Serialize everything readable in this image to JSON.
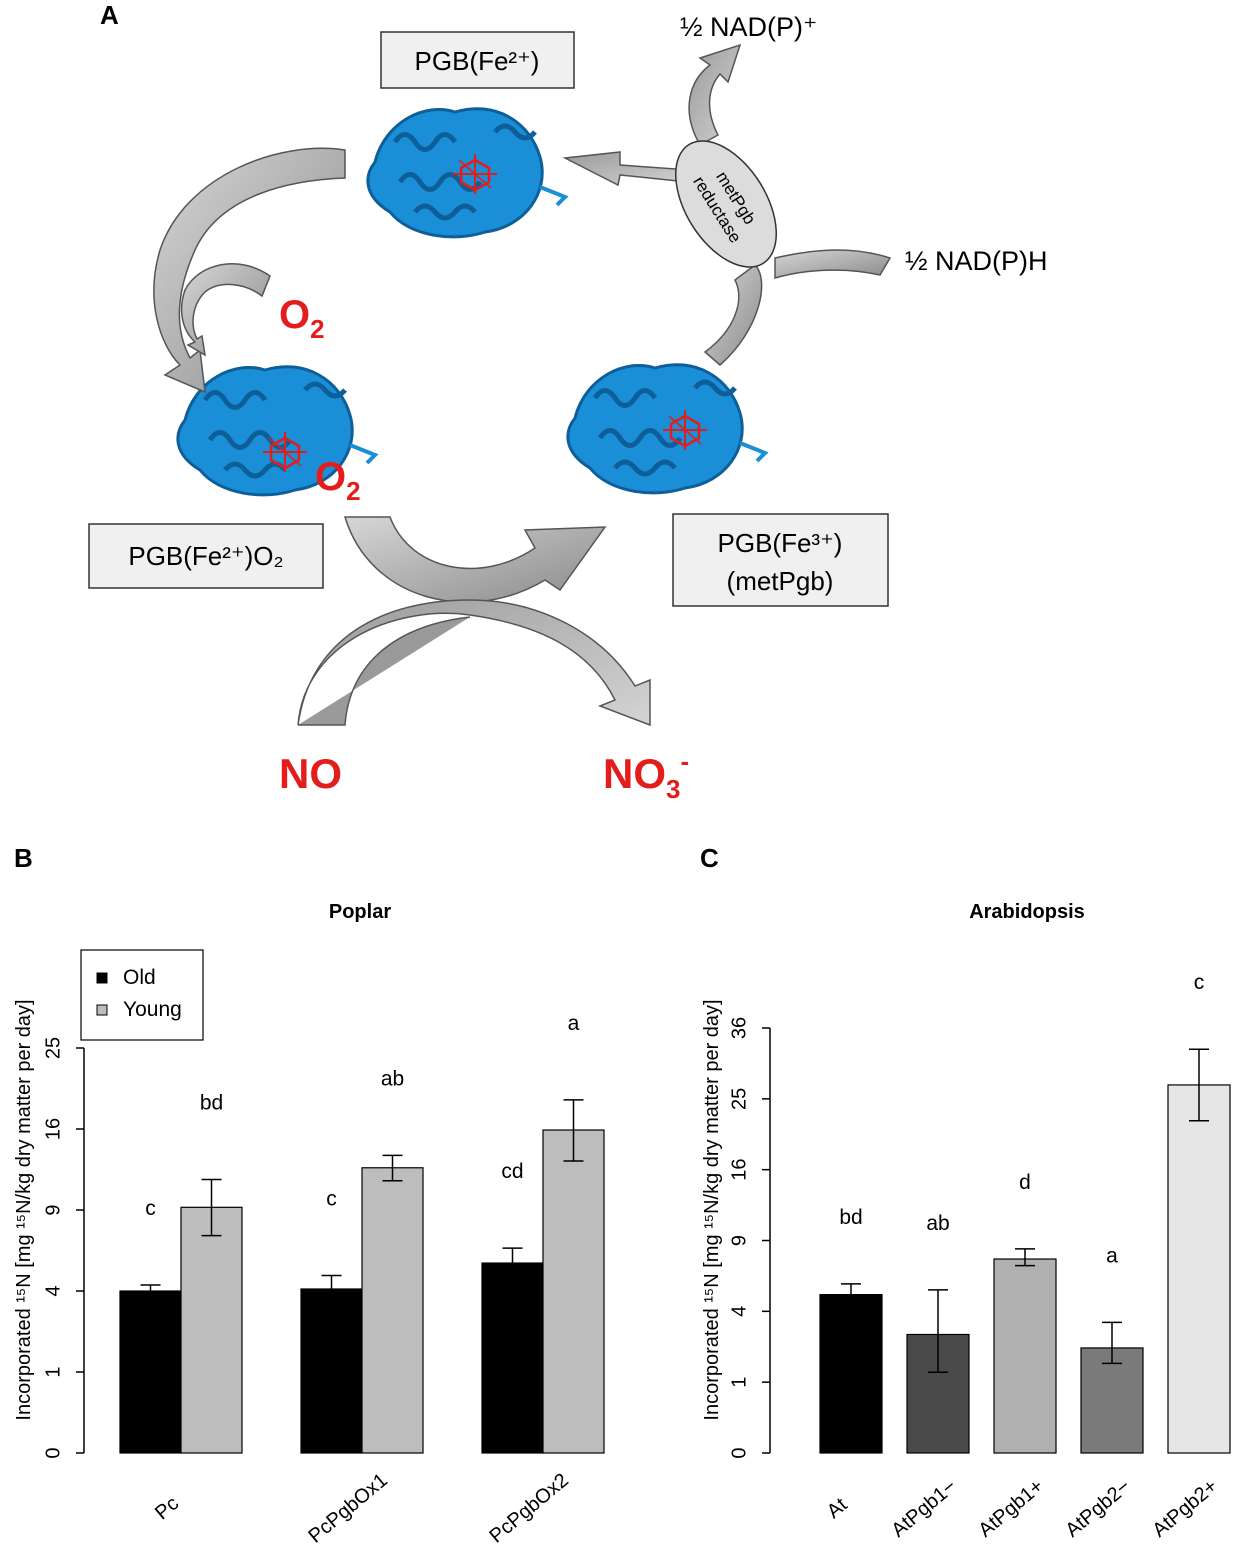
{
  "panels": {
    "a_letter": "A",
    "b_letter": "B",
    "c_letter": "C"
  },
  "diagram": {
    "pgb_fe2": "PGB(Fe²⁺)",
    "pgb_fe2_o2": "PGB(Fe²⁺)O₂",
    "pgb_fe3_line1": "PGB(Fe³⁺)",
    "pgb_fe3_line2": "(metPgb)",
    "o2_top": "O",
    "o2_top_sub": "2",
    "o2_bound": "O",
    "o2_bound_sub": "2",
    "no": "NO",
    "no3": "NO",
    "no3_sub": "3",
    "no3_sup": "-",
    "nadp_plus": "½ NAD(P)⁺",
    "nadph": "½ NAD(P)H",
    "enzyme_line1": "metPgb",
    "enzyme_line2": "reductase",
    "colors": {
      "protein": "#1a8fd8",
      "protein_dark": "#0e5f99",
      "heme": "#e31c1c",
      "arrow_dark": "#8e8e8e",
      "arrow_light": "#c8c8c8",
      "box_fill": "#f0f0f0"
    }
  },
  "chart_data": [
    {
      "type": "bar",
      "title": "Poplar",
      "ylabel": "Incorporated ¹⁵N [mg ¹⁵N/kg dry matter per day]",
      "y_scale": "sqrt",
      "ylim": [
        0,
        25
      ],
      "yticks": [
        0,
        1,
        4,
        9,
        16,
        25
      ],
      "categories": [
        "Pc",
        "PcPgbOx1",
        "PcPgbOx2"
      ],
      "legend": {
        "position": "top-left",
        "entries": [
          "Old",
          "Young"
        ]
      },
      "series": [
        {
          "name": "Old",
          "color": "#000000",
          "values": [
            4.0,
            4.1,
            5.5
          ],
          "err_low": [
            3.7,
            3.7,
            4.8
          ],
          "err_high": [
            4.3,
            4.8,
            6.4
          ],
          "labels": [
            "c",
            "c",
            "cd"
          ]
        },
        {
          "name": "Young",
          "color": "#bdbdbd",
          "values": [
            9.2,
            12.4,
            15.9
          ],
          "err_low": [
            7.2,
            11.3,
            13.0
          ],
          "err_high": [
            11.4,
            13.5,
            19.0
          ],
          "labels": [
            "bd",
            "ab",
            "a"
          ]
        }
      ]
    },
    {
      "type": "bar",
      "title": "Arabidopsis",
      "ylabel": "Incorporated ¹⁵N [mg ¹⁵N/kg dry matter per day]",
      "y_scale": "sqrt",
      "ylim": [
        0,
        36
      ],
      "yticks": [
        0,
        1,
        4,
        9,
        16,
        25,
        36
      ],
      "categories": [
        "At",
        "AtPgb1−",
        "AtPgb1+",
        "AtPgb2−",
        "AtPgb2+"
      ],
      "series": [
        {
          "name": "",
          "colors": [
            "#000000",
            "#4a4a4a",
            "#b0b0b0",
            "#7a7a7a",
            "#e6e6e6"
          ],
          "values": [
            5.0,
            2.8,
            7.5,
            2.2,
            27.0
          ],
          "err_low": [
            4.5,
            1.3,
            7.0,
            1.6,
            22.0
          ],
          "err_high": [
            5.7,
            5.3,
            8.3,
            3.4,
            32.5
          ],
          "labels": [
            "bd",
            "ab",
            "d",
            "a",
            "c"
          ]
        }
      ]
    }
  ]
}
